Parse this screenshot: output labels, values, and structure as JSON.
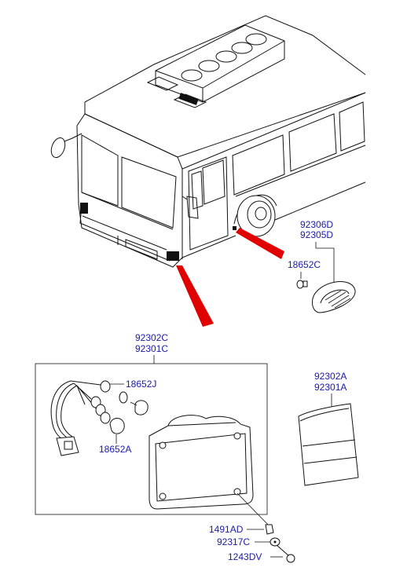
{
  "callouts": {
    "side_lamp_rh": "92306D",
    "side_lamp_lh": "92305D",
    "side_lamp_bulb": "18652C",
    "rear_lamp_rh": "92302C",
    "rear_lamp_lh": "92301C",
    "bulb_upper": "18652J",
    "bulb_lower": "18652A",
    "lens_rh": "92302A",
    "lens_lh": "92301A",
    "screw": "1491AD",
    "washer": "92317C",
    "bolt": "1243DV"
  },
  "colors": {
    "callout_text": "#1a1aa8",
    "pointer": "#e00000",
    "line": "#111111"
  }
}
